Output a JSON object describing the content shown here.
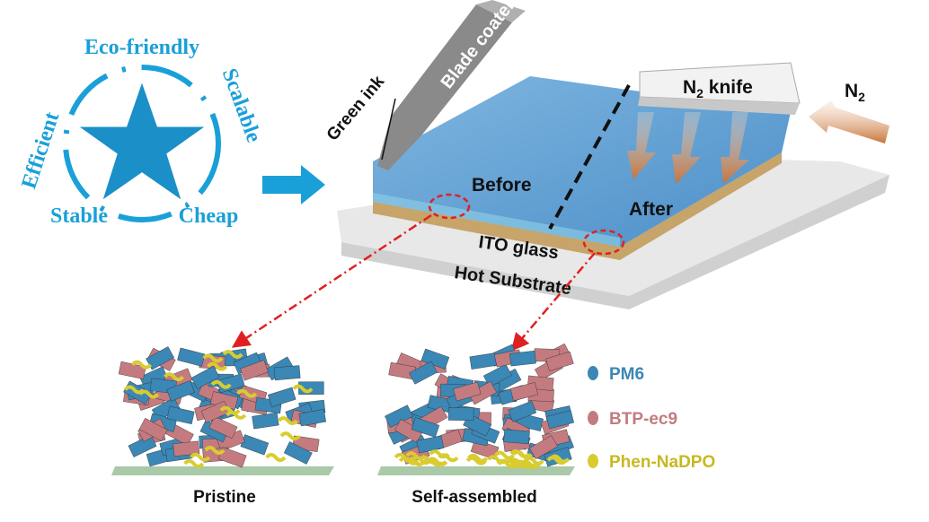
{
  "star_panel": {
    "top": "Eco-friendly",
    "left": "Efficient",
    "right": "Scalable",
    "bottom_left": "Stable",
    "bottom_right": "Cheap"
  },
  "device": {
    "blade": "Blade coater",
    "ink": "Green ink",
    "knife": "N",
    "knife_sub": "2",
    "knife_rest": " knife",
    "gas": "N",
    "gas_sub": "2",
    "before": "Before",
    "after": "After",
    "ito": "ITO glass",
    "substrate": "Hot Substrate"
  },
  "morphology": {
    "pristine": "Pristine",
    "self_assembled": "Self-assembled"
  },
  "legend": [
    {
      "label": "PM6",
      "color": "#3b87b5"
    },
    {
      "label": "BTP-ec9",
      "color": "#c47b80"
    },
    {
      "label": "Phen-NaDPO",
      "color": "#d8cc30"
    }
  ],
  "colors": {
    "accent": "#1aa0d8",
    "dash": "#e02020"
  }
}
